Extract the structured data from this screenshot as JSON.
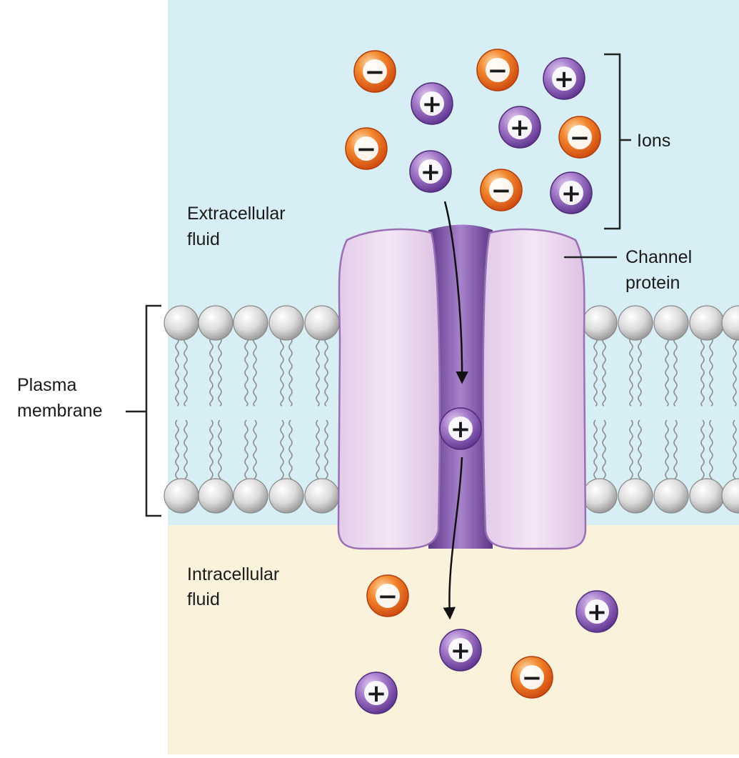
{
  "labels": {
    "ions": "Ions",
    "extracellular": [
      "Extracellular",
      "fluid"
    ],
    "channel_protein": [
      "Channel",
      "protein"
    ],
    "plasma_membrane": [
      "Plasma",
      "membrane"
    ],
    "intracellular": [
      "Intracellular",
      "fluid"
    ]
  },
  "ion_signs": {
    "positive": "+",
    "negative": "−"
  },
  "colors": {
    "extracellular_fluid": "#d8eef5",
    "intracellular_fluid": "#fbf2dc",
    "channel_protein": "#efdcf0",
    "channel_pore": "#7a4fa6",
    "positive_ion": "#8d5bb8",
    "negative_ion": "#ee6a1c",
    "phospholipid_head": "#d9d9d9"
  }
}
